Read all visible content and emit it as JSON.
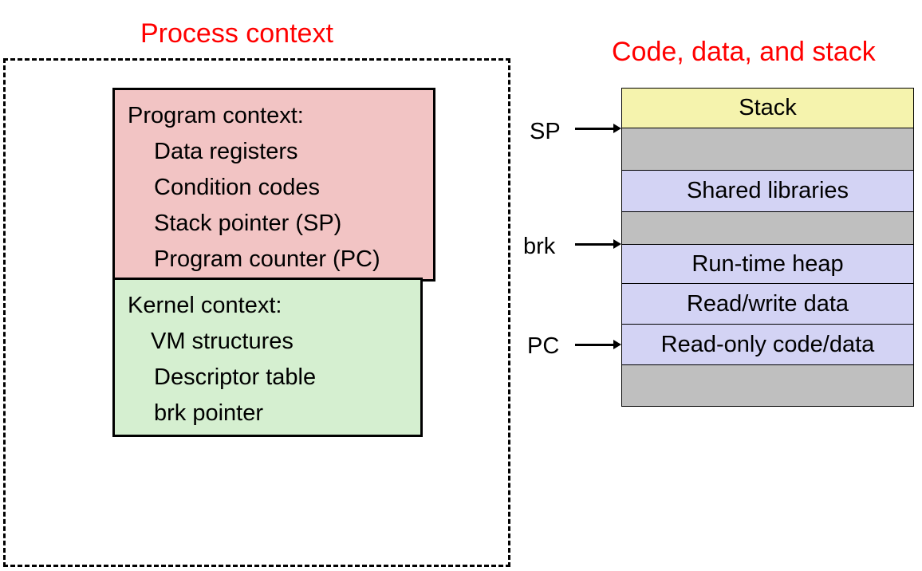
{
  "titles": {
    "process": "Process context",
    "memory": "Code, data, and stack"
  },
  "colors": {
    "title_red": "#ff0000",
    "program_fill": "#f2c4c4",
    "kernel_fill": "#d5efd0",
    "stack_fill": "#f5f3ad",
    "region_fill": "#d3d3f4",
    "gap_fill": "#bfbfbf"
  },
  "program_context": {
    "heading": "Program context:",
    "items": [
      "Data registers",
      "Condition codes",
      "Stack pointer (SP)",
      "Program counter (PC)"
    ]
  },
  "kernel_context": {
    "heading": "Kernel context:",
    "items": [
      "VM structures",
      "Descriptor table",
      "brk pointer"
    ]
  },
  "memory": {
    "segments": [
      {
        "label": "Stack",
        "kind": "stack"
      },
      {
        "label": "",
        "kind": "gap"
      },
      {
        "label": "Shared libraries",
        "kind": "region"
      },
      {
        "label": "",
        "kind": "gap"
      },
      {
        "label": "Run-time heap",
        "kind": "region"
      },
      {
        "label": "Read/write data",
        "kind": "region"
      },
      {
        "label": "Read-only code/data",
        "kind": "region"
      },
      {
        "label": "",
        "kind": "gap"
      }
    ]
  },
  "pointers": [
    {
      "label": "SP"
    },
    {
      "label": "brk"
    },
    {
      "label": "PC"
    }
  ]
}
